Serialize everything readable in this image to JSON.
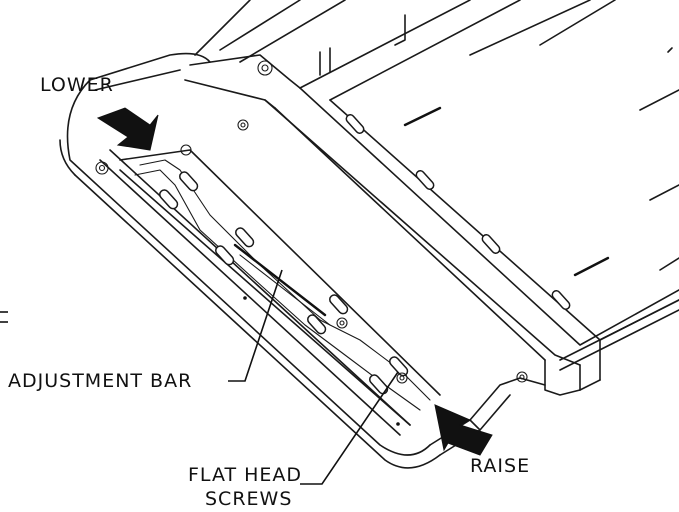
{
  "labels": {
    "lower": "LOWER",
    "adjustment_bar": "ADJUSTMENT BAR",
    "flat_head_screws_line1": "FLAT HEAD",
    "flat_head_screws_line2": "SCREWS",
    "raise": "RAISE"
  },
  "colors": {
    "line": "#1a1a1a",
    "background": "#ffffff",
    "arrow": "#111111"
  }
}
